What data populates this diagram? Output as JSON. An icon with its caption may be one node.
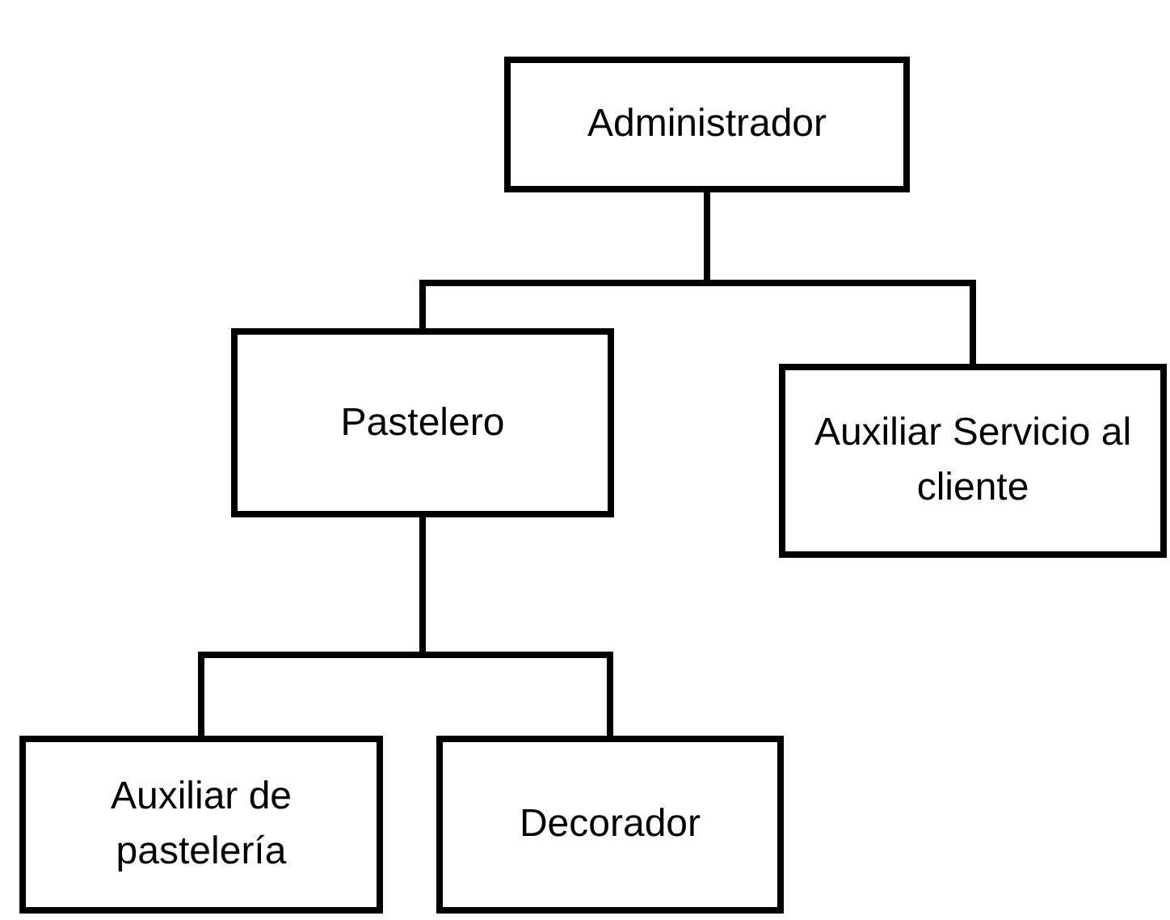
{
  "diagram": {
    "nodes": [
      {
        "text": [
          "Administrador"
        ]
      },
      {
        "text": [
          "Pastelero"
        ]
      },
      {
        "text": [
          "Auxiliar Servicio al cliente"
        ]
      },
      {
        "text": [
          "Auxiliar de pastelería"
        ]
      },
      {
        "text": [
          "Decorador"
        ]
      }
    ],
    "edges": [
      {
        "from": 0,
        "to": 1,
        "arrow": "none"
      },
      {
        "from": 0,
        "to": 2,
        "arrow": "none"
      },
      {
        "from": 1,
        "to": 3,
        "arrow": "none"
      },
      {
        "from": 1,
        "to": 4,
        "arrow": "none"
      }
    ]
  }
}
